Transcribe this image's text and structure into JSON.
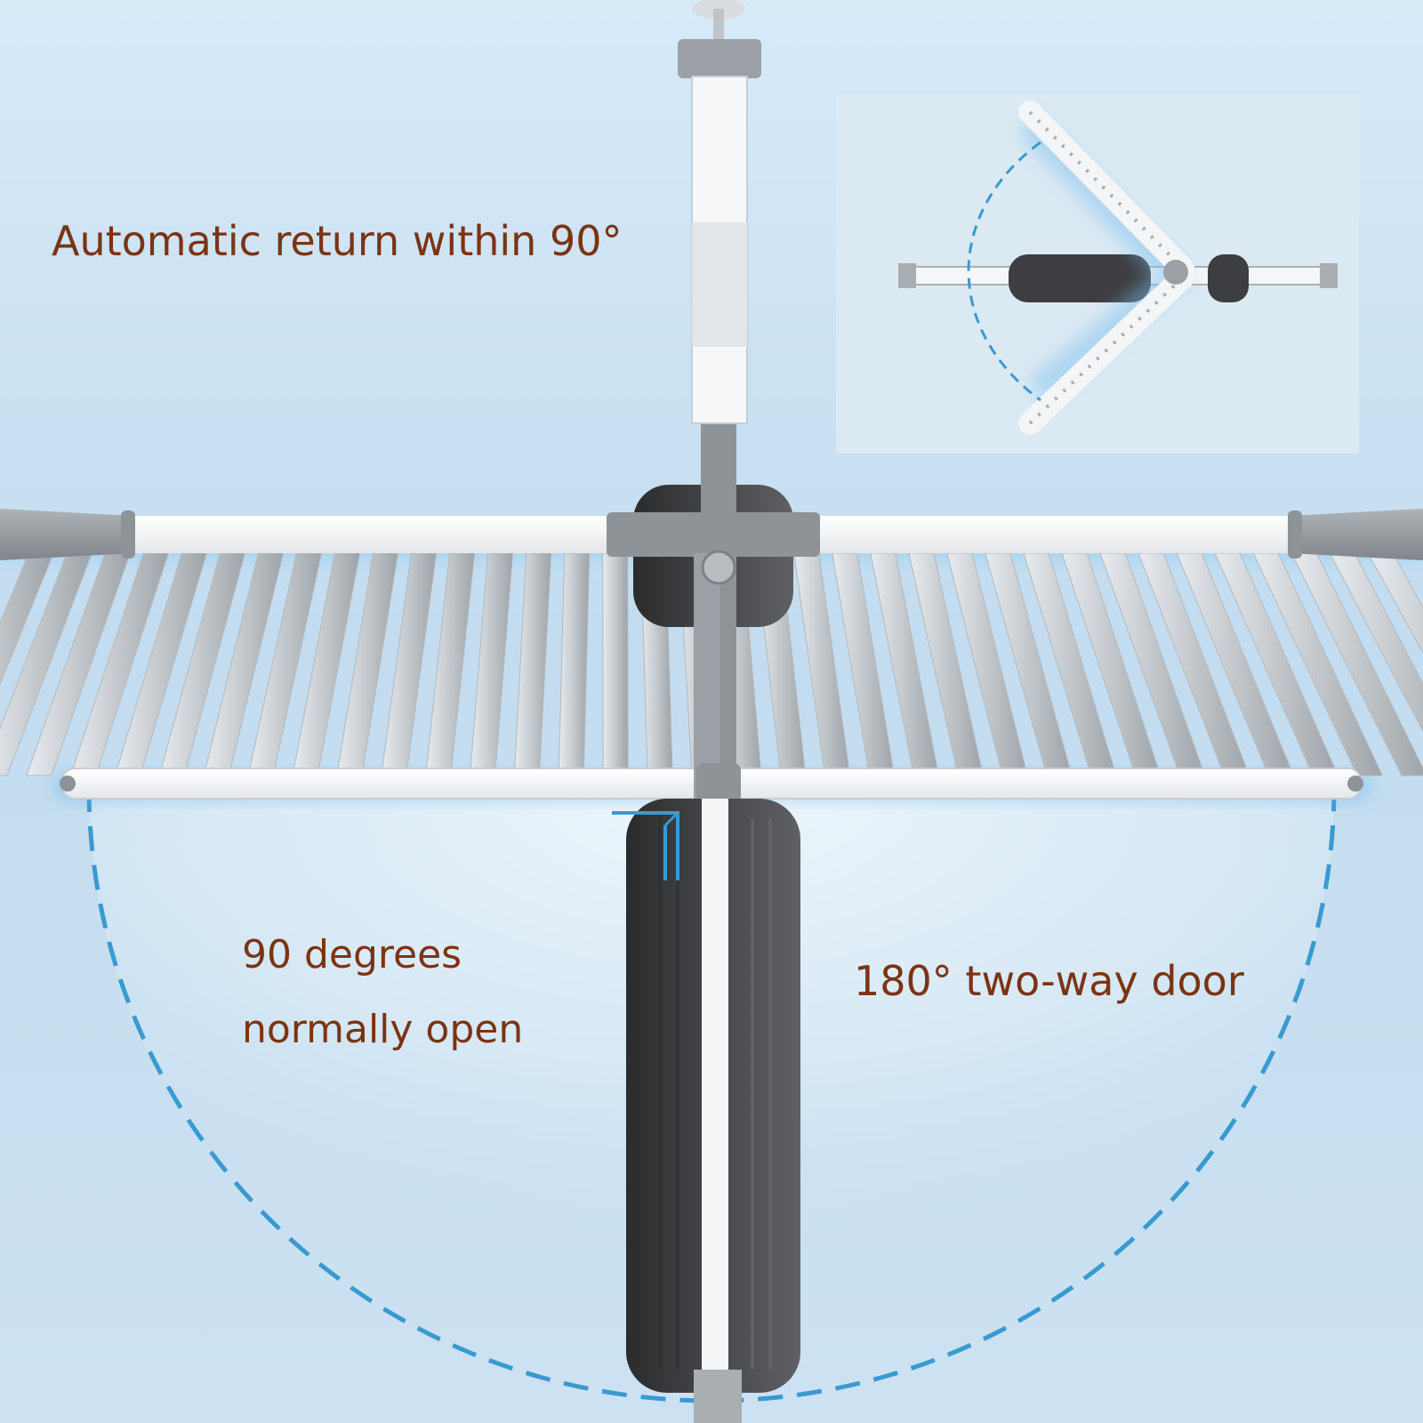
{
  "labels": {
    "automatic_return": "Automatic return within 90°",
    "ninety_line1": "90 degrees",
    "ninety_line2": "normally open",
    "two_way": "180° two-way door"
  },
  "colors": {
    "background": "#cfe3f2",
    "caption_text": "#7a3413",
    "dashed_arc": "#3a9ad0",
    "rail_gray": "#8e9398",
    "rail_white": "#f7f8f9",
    "pad_dark": "#3c3d40"
  }
}
